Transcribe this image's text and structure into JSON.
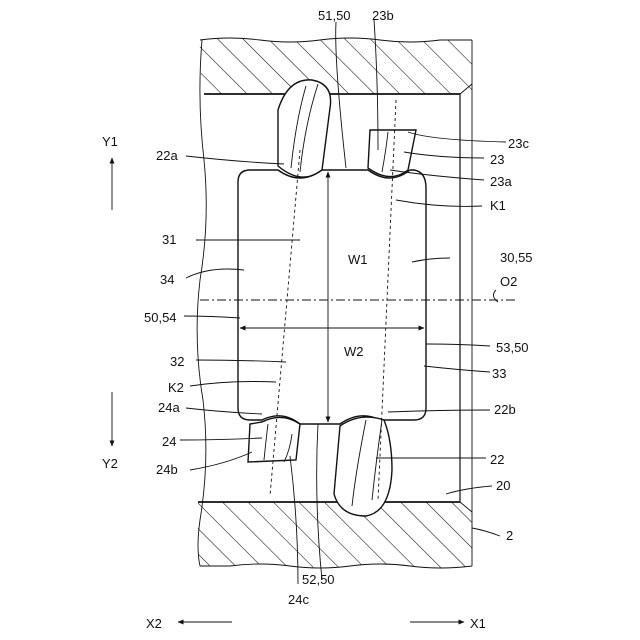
{
  "labels": {
    "l_51_50": "51,50",
    "l_23b": "23b",
    "l_23c": "23c",
    "l_23": "23",
    "l_23a": "23a",
    "l_y1": "Y1",
    "l_22a": "22a",
    "l_k1": "K1",
    "l_31": "31",
    "l_w1": "W1",
    "l_30_55": "30,55",
    "l_34": "34",
    "l_o2": "O2",
    "l_50_54": "50,54",
    "l_w2": "W2",
    "l_53_50": "53,50",
    "l_32": "32",
    "l_33": "33",
    "l_k2": "K2",
    "l_24a": "24a",
    "l_22b": "22b",
    "l_24": "24",
    "l_22": "22",
    "l_y2": "Y2",
    "l_24b": "24b",
    "l_20": "20",
    "l_2": "2",
    "l_24c": "24c",
    "l_52_50": "52,50",
    "l_x2": "X2",
    "l_x1": "X1"
  }
}
